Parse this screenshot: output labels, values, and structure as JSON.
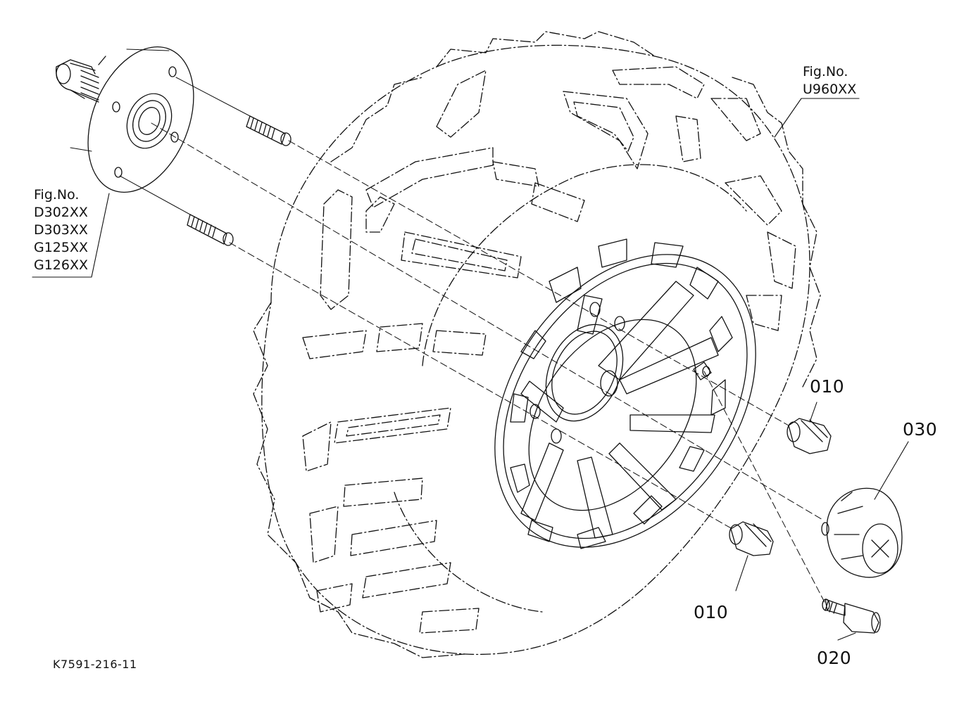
{
  "figure_refs": {
    "hub": {
      "heading": "Fig.No.",
      "codes": [
        "D302XX",
        "D303XX",
        "G125XX",
        "G126XX"
      ]
    },
    "tire": {
      "heading": "Fig.No.",
      "codes": [
        "U960XX"
      ]
    }
  },
  "callouts": {
    "nut_upper": "010",
    "nut_lower": "010",
    "hub_cap": "030",
    "valve_stem": "020"
  },
  "drawing_code": "K7591-216-11",
  "colors": {
    "ink": "#111111",
    "background": "#ffffff"
  }
}
